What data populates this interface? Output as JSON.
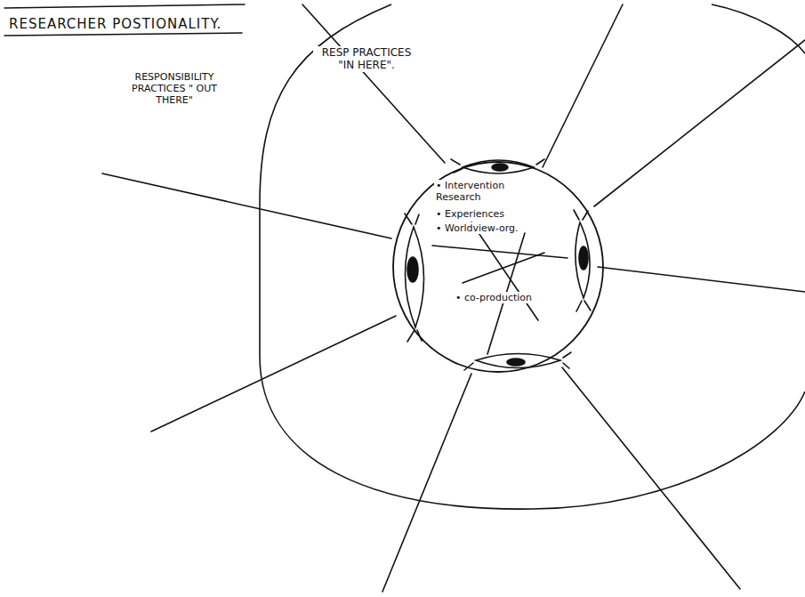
{
  "diagram": {
    "title": "RESEARCHER POSTIONALITY.",
    "nodes": [
      {
        "text": [
          "RESP PRACTICES \"IN HERE\"."
        ]
      },
      {
        "text": [
          "• Intervention Research",
          "• Experiences",
          "• Worldview-org.",
          "• co-production"
        ],
        "in": 0
      }
    ],
    "labels": [
      "RESPONSIBILITY PRACTICES \" OUT THERE\""
    ]
  }
}
